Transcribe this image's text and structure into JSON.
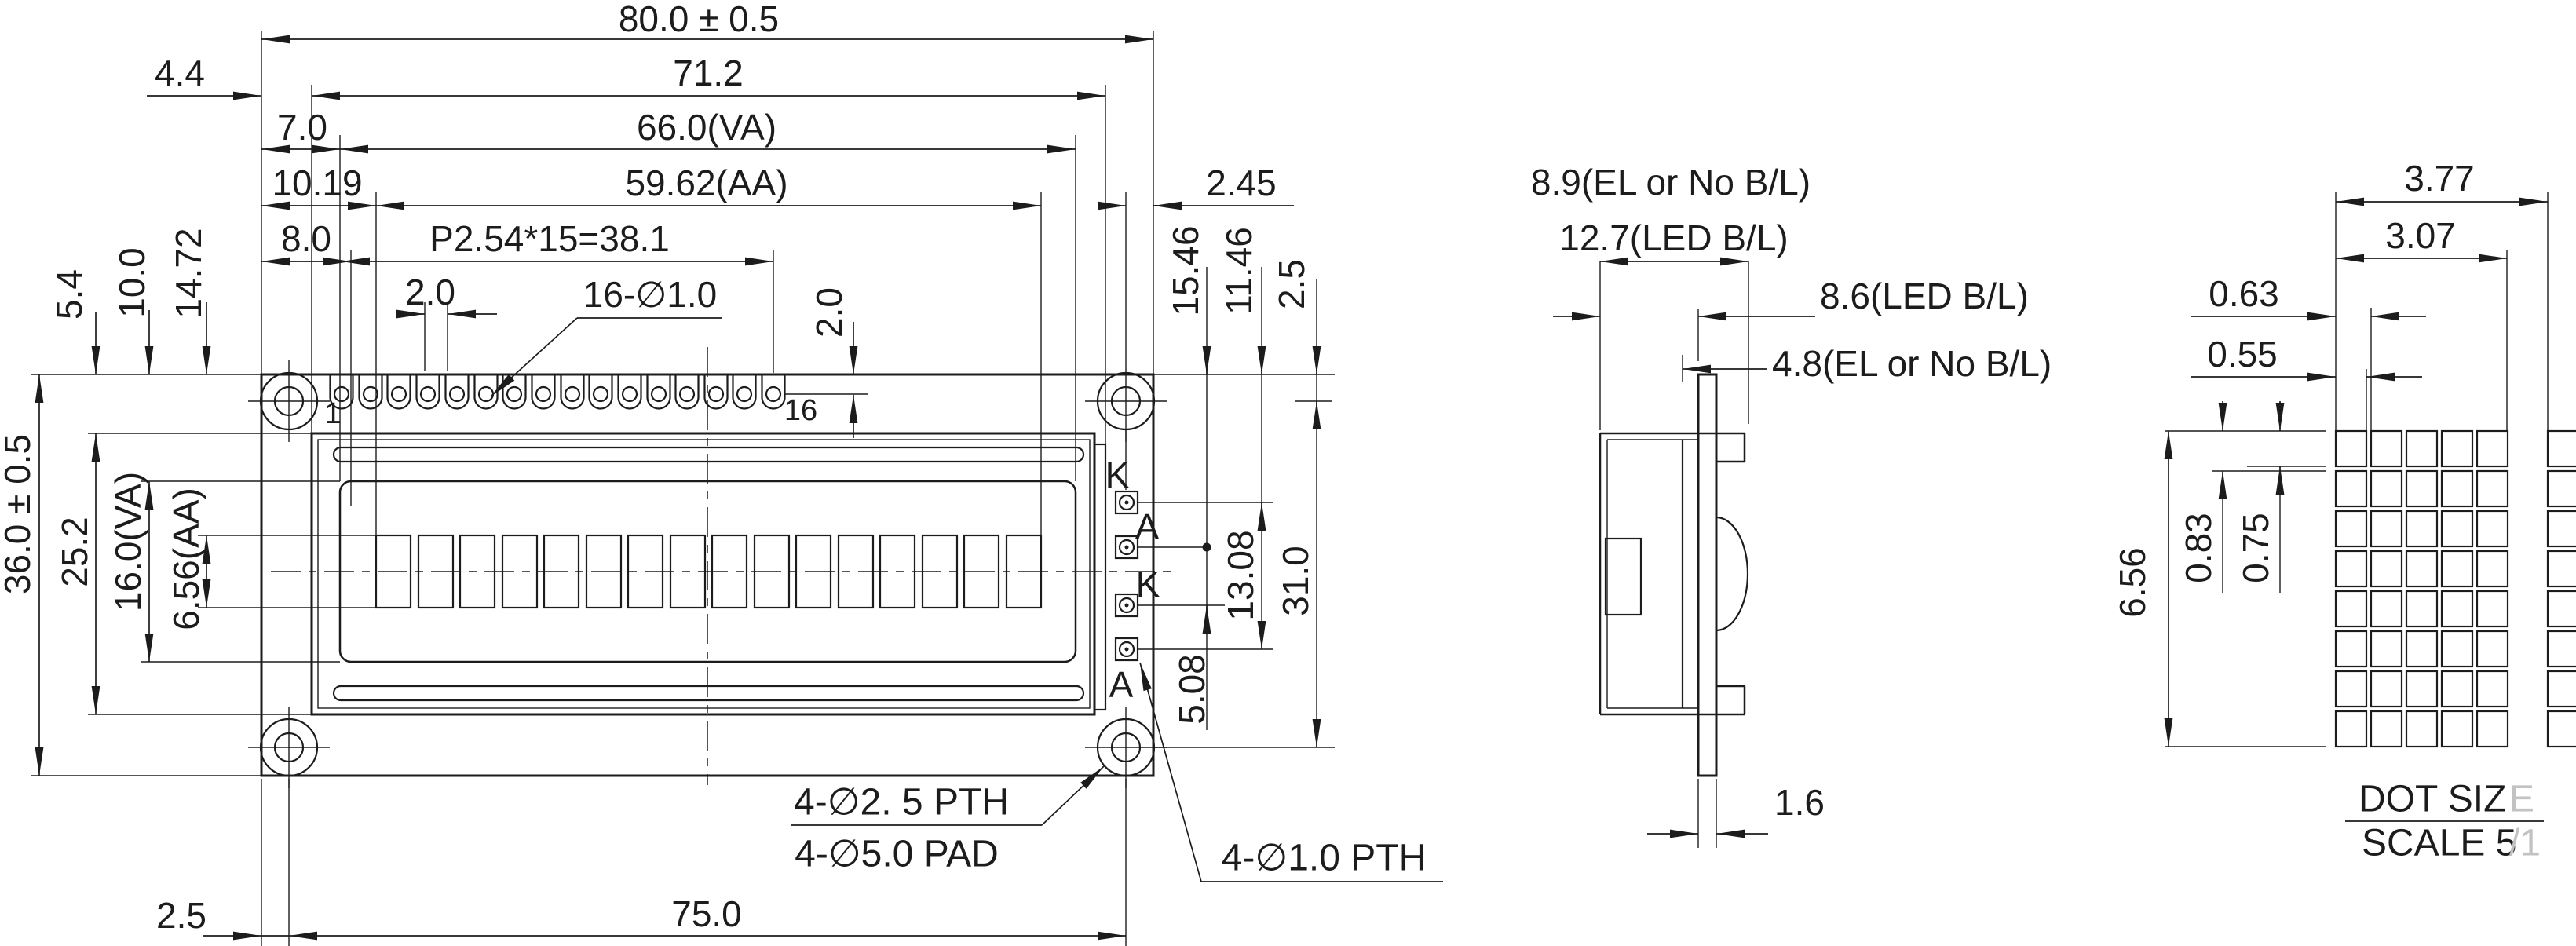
{
  "front_view": {
    "top_dims": {
      "overall_width": "80.0 ± 0.5",
      "bezel_width": "71.2",
      "va_width": "66.0(VA)",
      "aa_width": "59.62(AA)",
      "left_margin": "4.4",
      "pin1_offset": "7.0",
      "aa_offset": "10.19",
      "bl_offset": "8.0",
      "pin_pitch": "P2.54*15=38.1",
      "pad_width": "2.0",
      "pin_holes": "16-∅1.0",
      "pin_row_offset": "2.0",
      "pin_first": "1",
      "pin_last": "16"
    },
    "left_dims": {
      "overall_height": "36.0 ± 0.5",
      "bezel_height": "25.2",
      "va_height": "16.0(VA)",
      "aa_height": "6.56(AA)",
      "bezel_top": "5.4",
      "va_top": "10.0",
      "aa_top": "14.72"
    },
    "right_dims": {
      "edge_to_pin": "2.45",
      "top_to_a": "15.46",
      "top_to_k": "11.46",
      "hole_offset": "2.5",
      "ka_span": "13.08",
      "ka_mid_gap": "5.08",
      "hole_span": "31.0"
    },
    "backlight_pins": {
      "pin1": "K",
      "pin2": "A",
      "pin3": "K",
      "pin4": "A"
    },
    "bottom_dims": {
      "hole_margin": "2.5",
      "hole_pitch": "75.0"
    },
    "callouts": {
      "mount_hole": "4-∅2. 5 PTH",
      "mount_pad": "4-∅5.0 PAD",
      "bl_hole": "4-∅1.0 PTH"
    }
  },
  "side_view": {
    "el_total": "8.9(EL or No B/L)",
    "led_total": "12.7(LED B/L)",
    "led_front": "8.6(LED B/L)",
    "el_front": "4.8(EL or No B/L)",
    "pcb_thickness": "1.6"
  },
  "dot_detail": {
    "char_pitch": "3.77",
    "char_width": "3.07",
    "dot_pitch": "0.63",
    "dot_width": "0.55",
    "row_pitch": "0.83",
    "dot_height": "0.75",
    "char_height": "6.56",
    "title": "DOT SIZ",
    "title_cut": "E",
    "scale": "SCALE 5",
    "scale_cut": "/1"
  },
  "colors": {
    "ink": "#1c1c1c",
    "faint": "#c2c2c2",
    "background": "#ffffff"
  }
}
